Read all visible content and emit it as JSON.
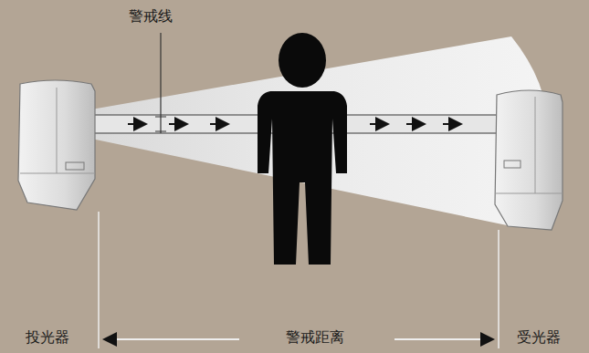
{
  "diagram": {
    "labels": [
      "警戒线",
      "投光器",
      "警戒距离",
      "受光器"
    ]
  }
}
